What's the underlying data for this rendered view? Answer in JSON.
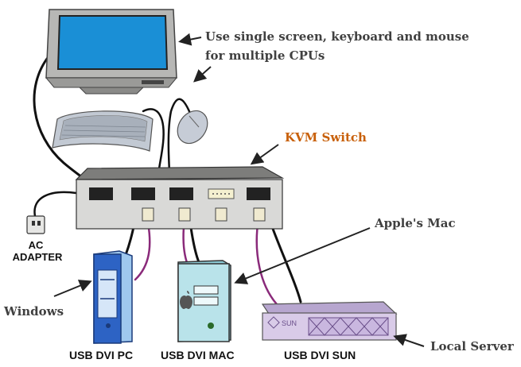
{
  "annotations": {
    "single_screen_line1": "Use single screen, keyboard and mouse",
    "single_screen_line2": "for multiple CPUs",
    "kvm_switch": "KVM Switch",
    "apples_mac": "Apple's Mac",
    "windows": "Windows",
    "local_server": "Local Server"
  },
  "devices": {
    "pc_label": "USB DVI PC",
    "mac_label": "USB DVI MAC",
    "sun_label": "USB DVI SUN",
    "sun_badge": "SUN"
  },
  "power": {
    "line1": "AC",
    "line2": "ADAPTER"
  },
  "colors": {
    "screen": "#1a8fd6",
    "accent_label": "#c8600a",
    "cable_purple": "#8a2a7a",
    "mac_tower": "#b9e3ea",
    "server": "#d9cbe8"
  }
}
